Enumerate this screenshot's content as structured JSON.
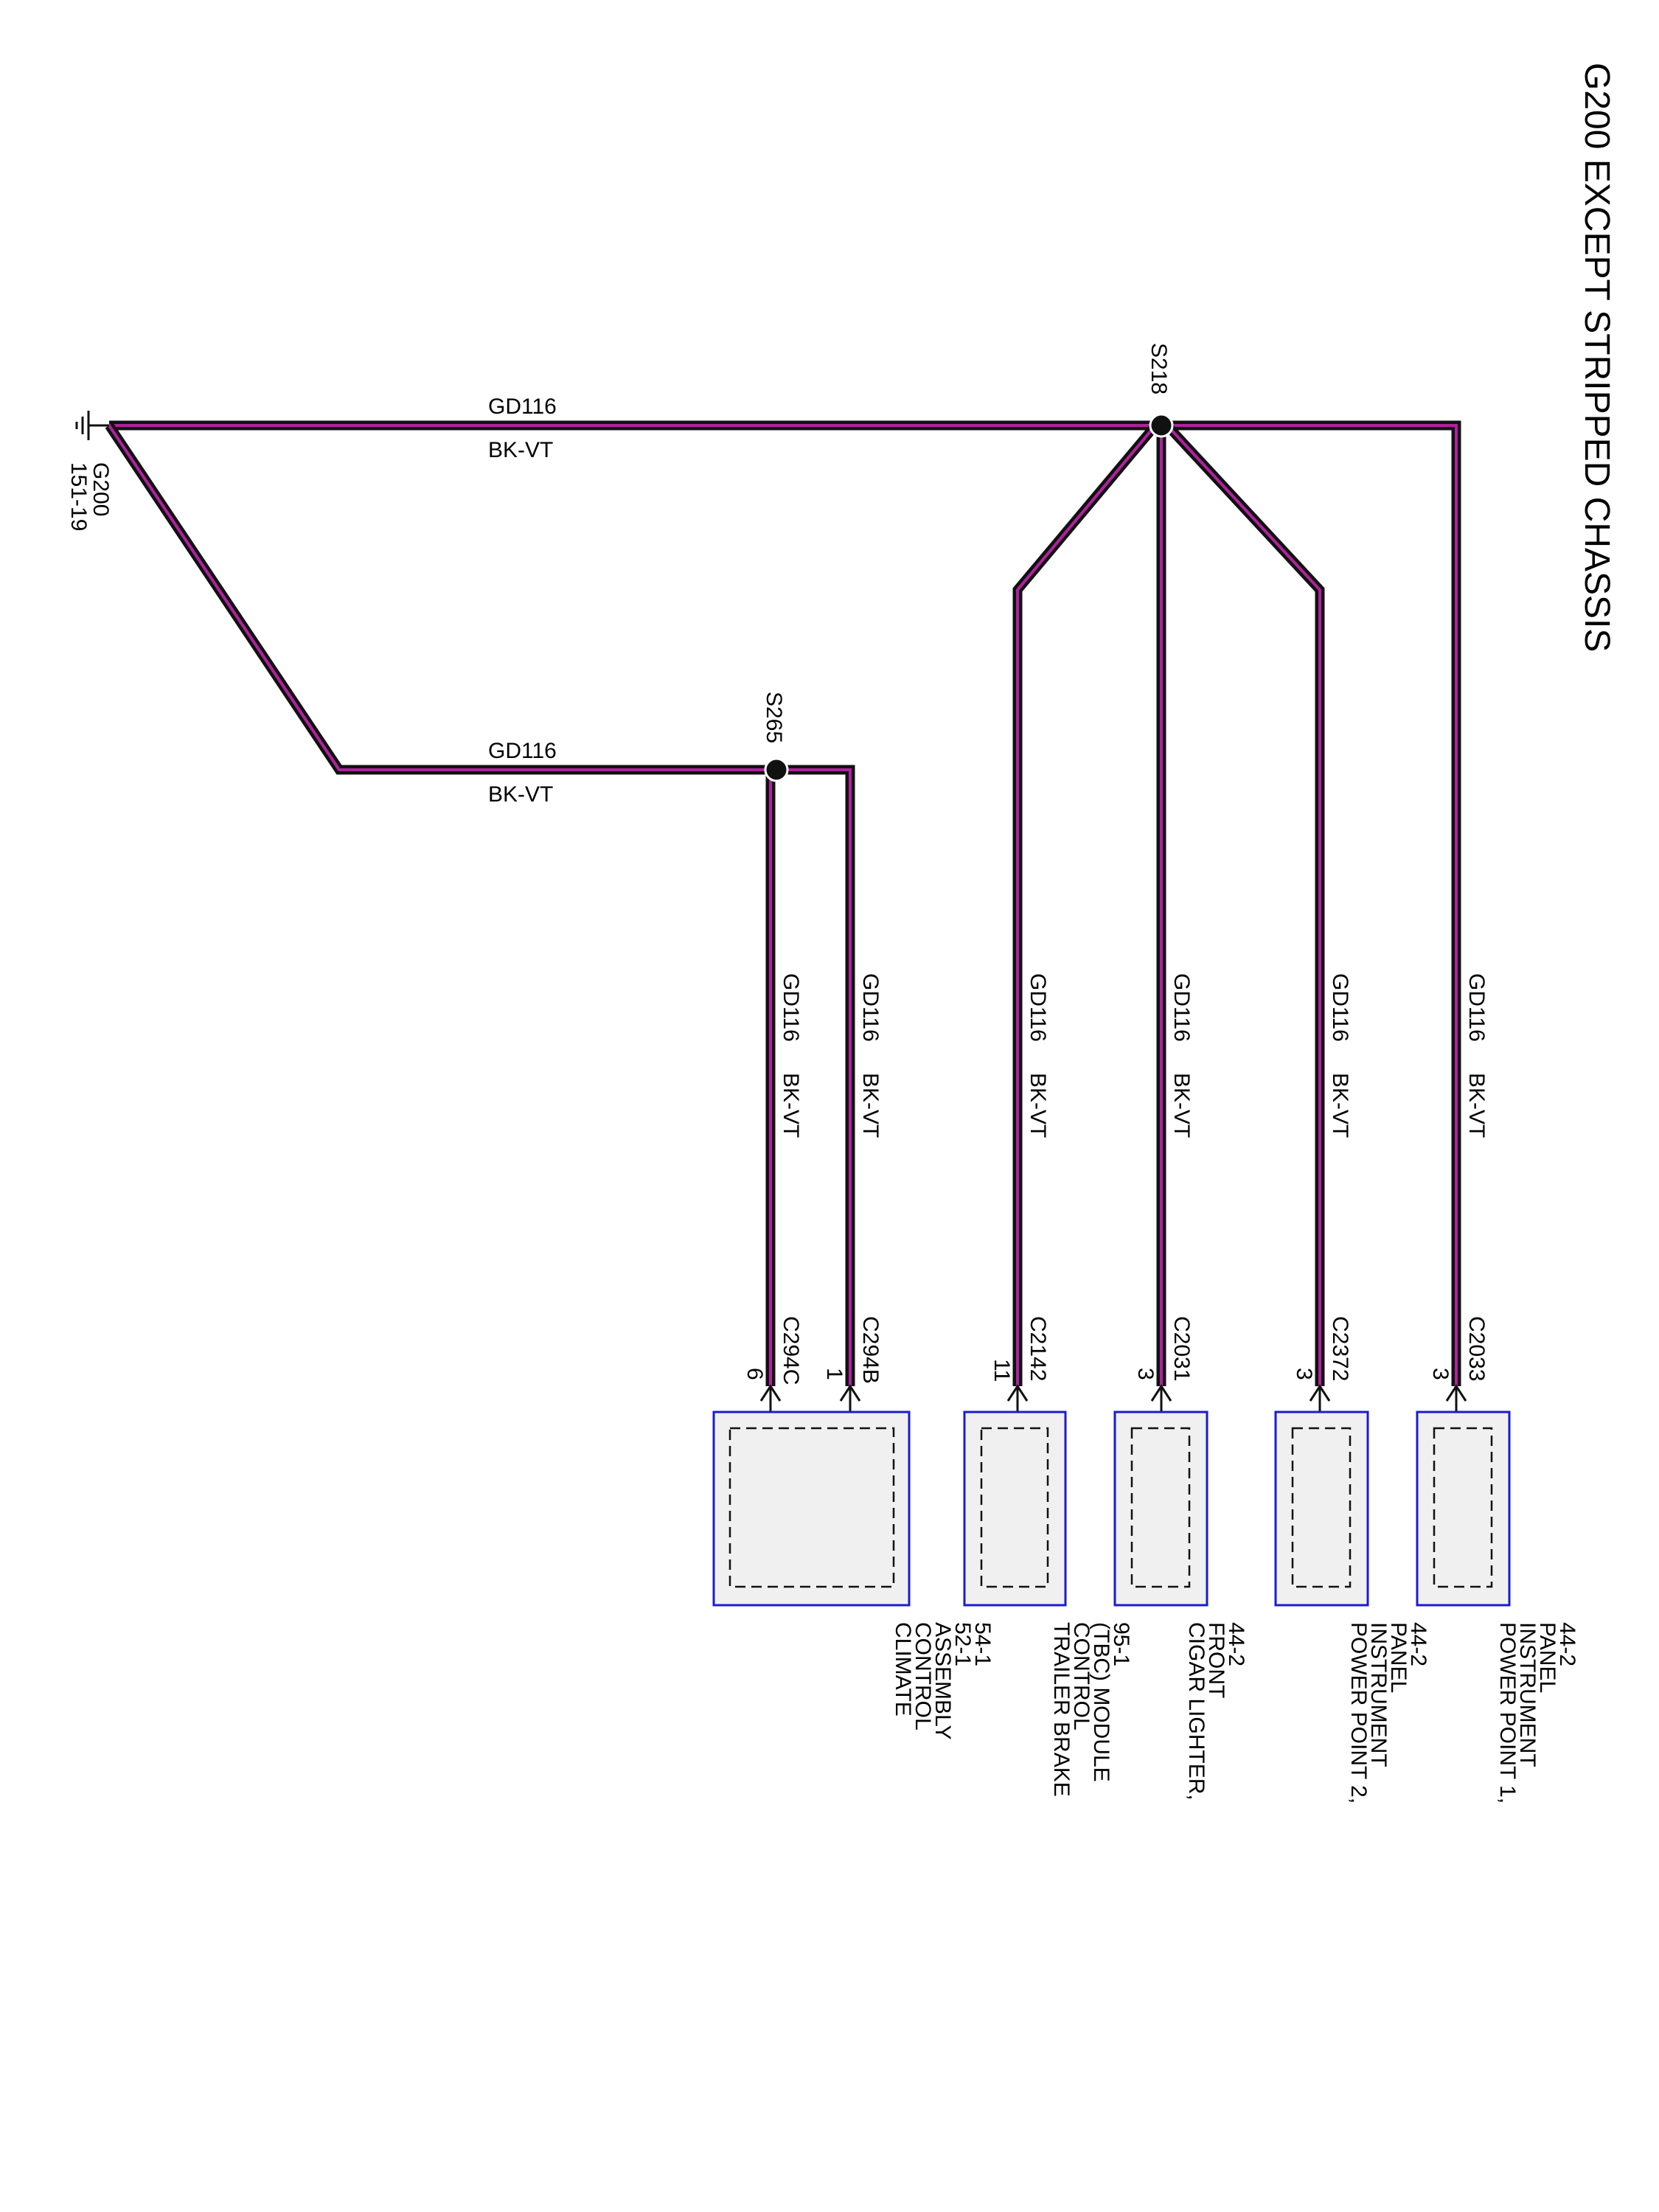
{
  "title": "G200 EXCEPT STRIPPED CHASSIS",
  "wire": {
    "circuit": "GD116",
    "color": "BK-VT"
  },
  "colors": {
    "wire_stripe": "#b0219e",
    "wire_core": "#111111",
    "component_border": "#1b1bd0",
    "component_fill": "#f0f0f0"
  },
  "ground": {
    "name": "G200",
    "ref": "151-19",
    "icon": "ground-icon"
  },
  "splices": [
    {
      "name": "S218"
    },
    {
      "name": "S265"
    }
  ],
  "main_wire_labels": [
    {
      "circuit": "GD116",
      "color": "BK-VT"
    },
    {
      "circuit": "GD116",
      "color": "BK-VT"
    }
  ],
  "branches": [
    {
      "circuit": "GD116",
      "color": "BK-VT",
      "connector": "C2033",
      "pin": "3",
      "component": [
        "POWER POINT 1,",
        "INSTRUMENT",
        "PANEL",
        "44-2"
      ]
    },
    {
      "circuit": "GD116",
      "color": "BK-VT",
      "connector": "C2372",
      "pin": "3",
      "component": [
        "POWER POINT 2,",
        "INSTRUMENT",
        "PANEL",
        "44-2"
      ]
    },
    {
      "circuit": "GD116",
      "color": "BK-VT",
      "connector": "C2031",
      "pin": "3",
      "component": [
        "CIGAR LIGHTER,",
        "FRONT",
        "44-2"
      ]
    },
    {
      "circuit": "GD116",
      "color": "BK-VT",
      "connector": "C2142",
      "pin": "11",
      "component": [
        "TRAILER BRAKE",
        "CONTROL",
        "(TBC) MODULE",
        "95-1"
      ]
    },
    {
      "circuit": "GD116",
      "color": "BK-VT",
      "connector": "C294B",
      "pin": "1",
      "component": [
        "CLIMATE",
        "CONTROL",
        "ASSEMBLY",
        "52-1",
        "54-1"
      ]
    },
    {
      "circuit": "GD116",
      "color": "BK-VT",
      "connector": "C294C",
      "pin": "6",
      "component": []
    }
  ]
}
